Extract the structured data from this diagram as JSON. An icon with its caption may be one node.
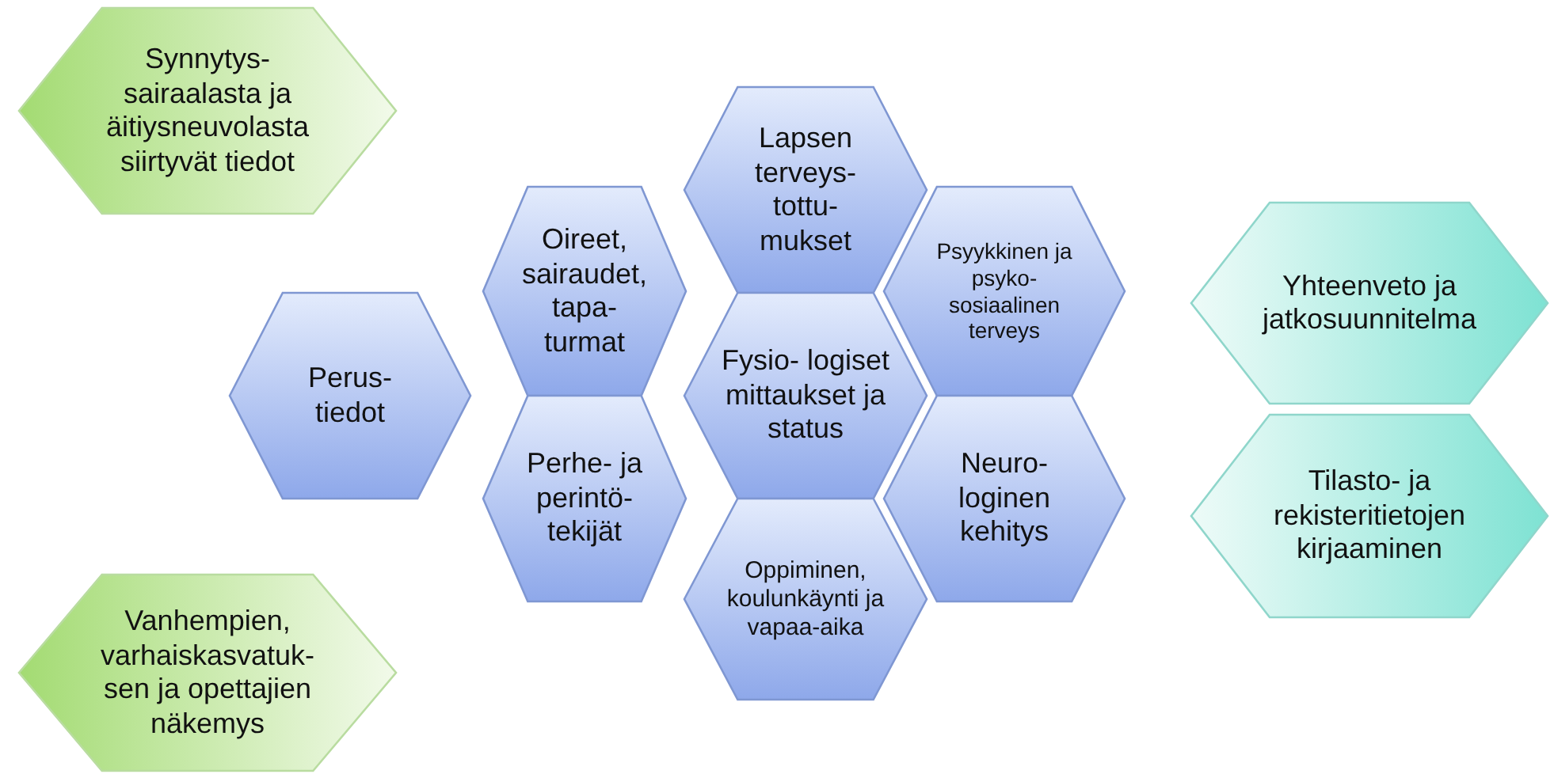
{
  "diagram": {
    "nodes": [
      {
        "text": [
          "Synnytys- sairaalasta ja äitiysneuvolasta siirtyvät tiedot"
        ]
      },
      {
        "text": [
          "Perus- tiedot"
        ]
      },
      {
        "text": [
          "Vanhempien, varhaiskasvatuk- sen ja opettajien näkemys"
        ]
      },
      {
        "text": [
          "Lapsen terveys- tottu- mukset"
        ]
      },
      {
        "text": [
          "Oireet, sairaudet, tapa- turmat"
        ]
      },
      {
        "text": [
          "Psyykkinen ja psyko- sosiaalinen terveys"
        ]
      },
      {
        "text": [
          "Fysio- logiset mittaukset ja status"
        ]
      },
      {
        "text": [
          "Perhe- ja perintö- tekijät"
        ]
      },
      {
        "text": [
          "Neuro- loginen kehitys"
        ]
      },
      {
        "text": [
          "Oppiminen, koulunkäynti ja vapaa-aika"
        ]
      },
      {
        "text": [
          "Yhteenveto ja jatkosuunnitelma"
        ]
      },
      {
        "text": [
          "Tilasto- ja rekisteritietojen kirjaaminen"
        ]
      }
    ]
  }
}
